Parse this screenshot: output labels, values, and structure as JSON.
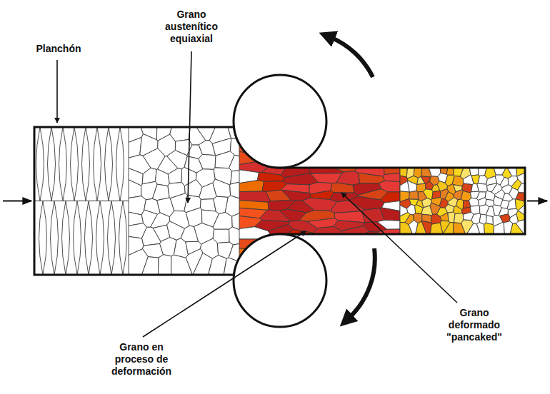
{
  "diagram": {
    "labels": [
      "Planchón",
      "Grano austenítico equiaxial",
      "Grano deformado \"pancaked\"",
      "Grano en proceso de deformación"
    ]
  }
}
